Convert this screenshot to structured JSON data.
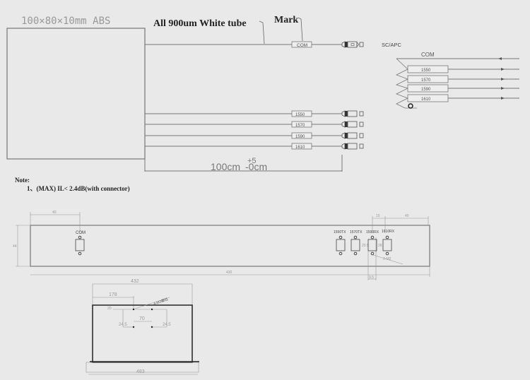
{
  "box": {
    "label": "100×80×10mm ABS"
  },
  "tube_label": "All 900um White tube",
  "mark_label": "Mark",
  "connector_type": "SC/APC",
  "com_tag": "COM",
  "channels": [
    "1550",
    "1570",
    "1590",
    "1610"
  ],
  "length": {
    "main": "100cm",
    "tol_plus": "+5",
    "tol_minus": "-0cm"
  },
  "schematic": {
    "com_label": "COM",
    "channels": [
      "1550",
      "1570",
      "1590",
      "1610"
    ]
  },
  "note": {
    "title": "Note:",
    "items": [
      "1、(MAX) IL< 2.4dB(with connector)"
    ]
  },
  "front_panel": {
    "dim_left": "40",
    "dim_height": "44",
    "dim_width": "430",
    "dim_pitch": "15",
    "dim_right": "40",
    "dim_port_w": "9.5",
    "dim_port_h": "28",
    "dim_hole": "20.5",
    "screw_label": "2-M2",
    "com_port": "COM",
    "ports": [
      "1550TX",
      "1570TX",
      "1590RX",
      "1610RX"
    ]
  },
  "top_view": {
    "dim_total": "432",
    "dim_offset": "178",
    "dim_small": "20",
    "dim_gap": "70",
    "dim_left_h": "24.5",
    "dim_right_h": "24.5",
    "dim_base": "483",
    "callout": "4-M3螺柱"
  },
  "colors": {
    "line": "#7a7a7a",
    "dark": "#222222",
    "bg": "#e9e9e9"
  }
}
